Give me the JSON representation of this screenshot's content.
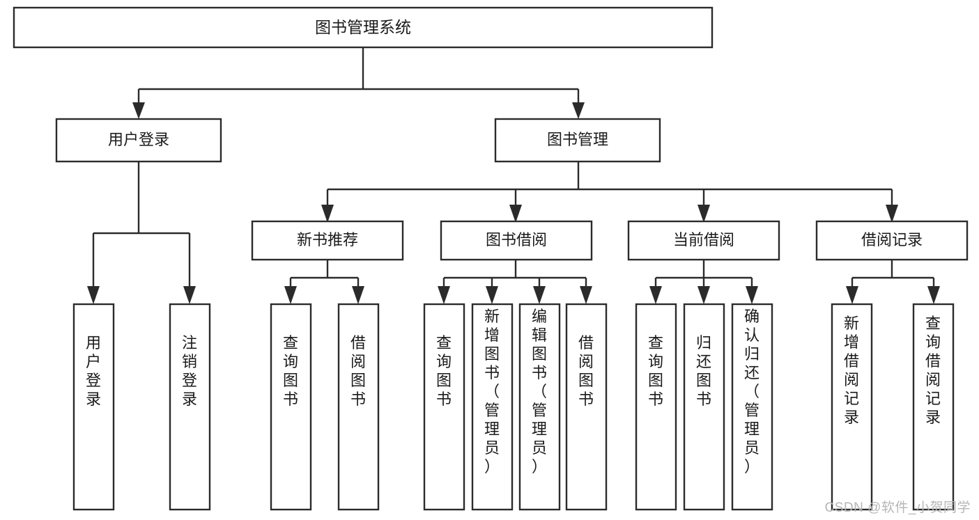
{
  "diagram": {
    "title_node": {
      "label": "图书管理系统"
    },
    "level2": [
      {
        "id": "user-login",
        "label": "用户登录"
      },
      {
        "id": "book-management",
        "label": "图书管理"
      }
    ],
    "level3": [
      {
        "id": "new-book-recommend",
        "label": "新书推荐"
      },
      {
        "id": "book-borrow",
        "label": "图书借阅"
      },
      {
        "id": "current-borrow",
        "label": "当前借阅"
      },
      {
        "id": "borrow-record",
        "label": "借阅记录"
      }
    ],
    "leaves": {
      "user_login": [
        {
          "id": "leaf-user-login",
          "label": "用户登录"
        },
        {
          "id": "leaf-logout-login",
          "label": "注销登录"
        }
      ],
      "new_book_recommend": [
        {
          "id": "leaf-query-book-1",
          "label": "查询图书"
        },
        {
          "id": "leaf-borrow-book-1",
          "label": "借阅图书"
        }
      ],
      "book_borrow": [
        {
          "id": "leaf-query-book-2",
          "label": "查询图书"
        },
        {
          "id": "leaf-add-book",
          "label": "新增图书（管理员）"
        },
        {
          "id": "leaf-edit-book",
          "label": "编辑图书（管理员）"
        },
        {
          "id": "leaf-borrow-book-2",
          "label": "借阅图书"
        }
      ],
      "current_borrow": [
        {
          "id": "leaf-query-book-3",
          "label": "查询图书"
        },
        {
          "id": "leaf-return-book",
          "label": "归还图书"
        },
        {
          "id": "leaf-confirm-return",
          "label": "确认归还（管理员）"
        }
      ],
      "borrow_record": [
        {
          "id": "leaf-add-record",
          "label": "新增借阅记录"
        },
        {
          "id": "leaf-query-record",
          "label": "查询借阅记录"
        }
      ]
    },
    "watermark": "CSDN @软件_小贺同学",
    "colors": {
      "stroke": "#2b2b2b",
      "box_fill": "#ffffff",
      "text": "#1a1a1a",
      "watermark": "#b6b6b6",
      "background": "#ffffff"
    }
  }
}
